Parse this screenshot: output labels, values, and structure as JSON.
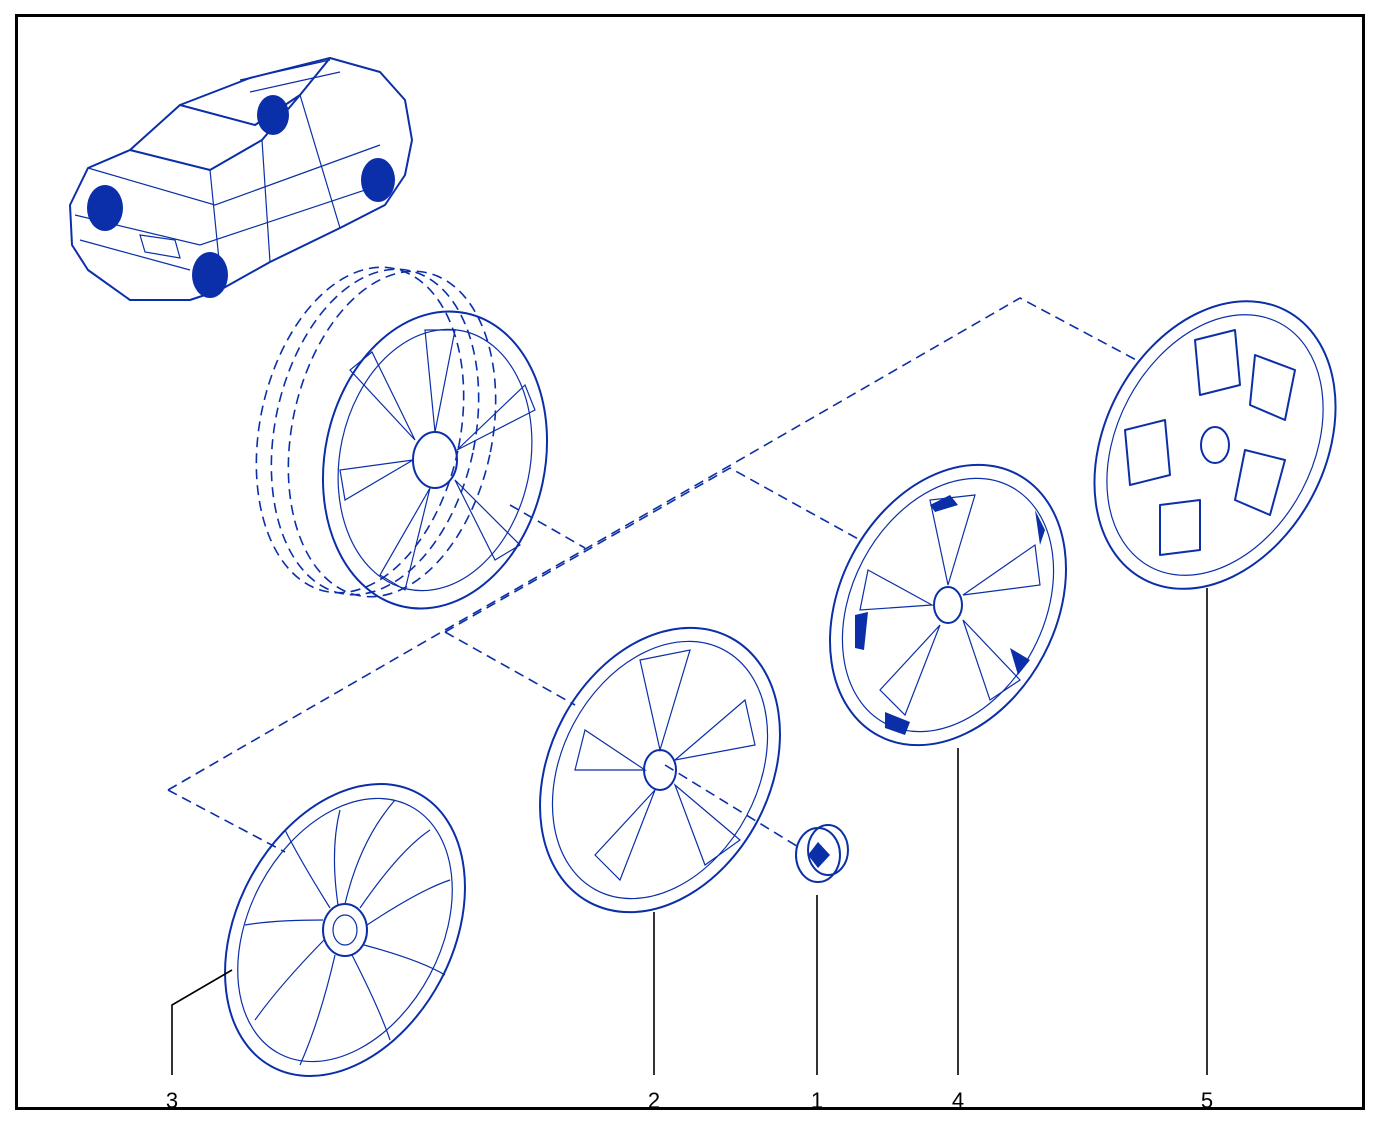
{
  "colors": {
    "line": "#0b2fa8",
    "leader": "#000000"
  },
  "callouts": [
    {
      "id": "3",
      "label": "3"
    },
    {
      "id": "2",
      "label": "2"
    },
    {
      "id": "1",
      "label": "1"
    },
    {
      "id": "4",
      "label": "4"
    },
    {
      "id": "5",
      "label": "5"
    }
  ],
  "icons": [
    "car-outline-icon",
    "wheel-rim-icon",
    "wheel-cover-icon",
    "center-cap-icon"
  ]
}
